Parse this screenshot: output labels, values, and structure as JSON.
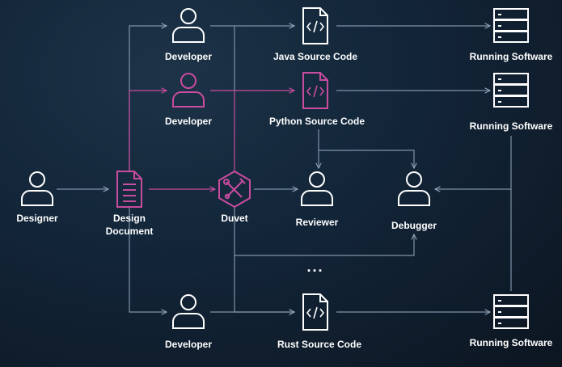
{
  "colors": {
    "background": "#13263a",
    "node": "#ffffff",
    "connector": "#7f93a8",
    "highlight": "#c94c9f"
  },
  "nodes": {
    "designer": {
      "label": "Designer",
      "icon": "person-icon"
    },
    "design_document": {
      "label_line1": "Design",
      "label_line2": "Document",
      "icon": "document-icon"
    },
    "duvet": {
      "label": "Duvet",
      "icon": "tools-hexagon-icon"
    },
    "developer_java": {
      "label": "Developer",
      "icon": "person-icon"
    },
    "developer_python": {
      "label": "Developer",
      "icon": "person-icon"
    },
    "developer_rust": {
      "label": "Developer",
      "icon": "person-icon"
    },
    "java_source": {
      "label": "Java Source Code",
      "icon": "code-file-icon"
    },
    "python_source": {
      "label": "Python Source Code",
      "icon": "code-file-icon"
    },
    "rust_source": {
      "label": "Rust Source Code",
      "icon": "code-file-icon"
    },
    "running_java": {
      "label": "Running Software",
      "icon": "server-icon"
    },
    "running_python": {
      "label": "Running Software",
      "icon": "server-icon"
    },
    "running_rust": {
      "label": "Running Software",
      "icon": "server-icon"
    },
    "reviewer": {
      "label": "Reviewer",
      "icon": "person-icon"
    },
    "debugger": {
      "label": "Debugger",
      "icon": "person-icon"
    },
    "more": {
      "label": "..."
    }
  }
}
